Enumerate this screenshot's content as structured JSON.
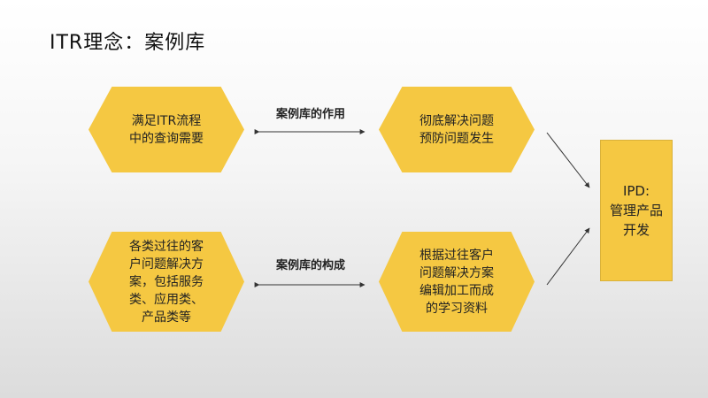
{
  "title": "ITR理念：案例库",
  "nodes": {
    "top_left": "满足ITR流程\n中的查询需要",
    "top_right": "彻底解决问题\n预防问题发生",
    "bottom_left": "各类过往的客\n户问题解决方\n案，包括服务\n类、应用类、\n产品类等",
    "bottom_right": "根据过往客户\n问题解决方案\n编辑加工而成\n的学习资料",
    "ipd": "IPD:\n管理产品\n开发"
  },
  "labels": {
    "role": "案例库的作用",
    "composition": "案例库的构成"
  },
  "colors": {
    "node_fill": "#f5c842",
    "arrow": "#333333"
  }
}
